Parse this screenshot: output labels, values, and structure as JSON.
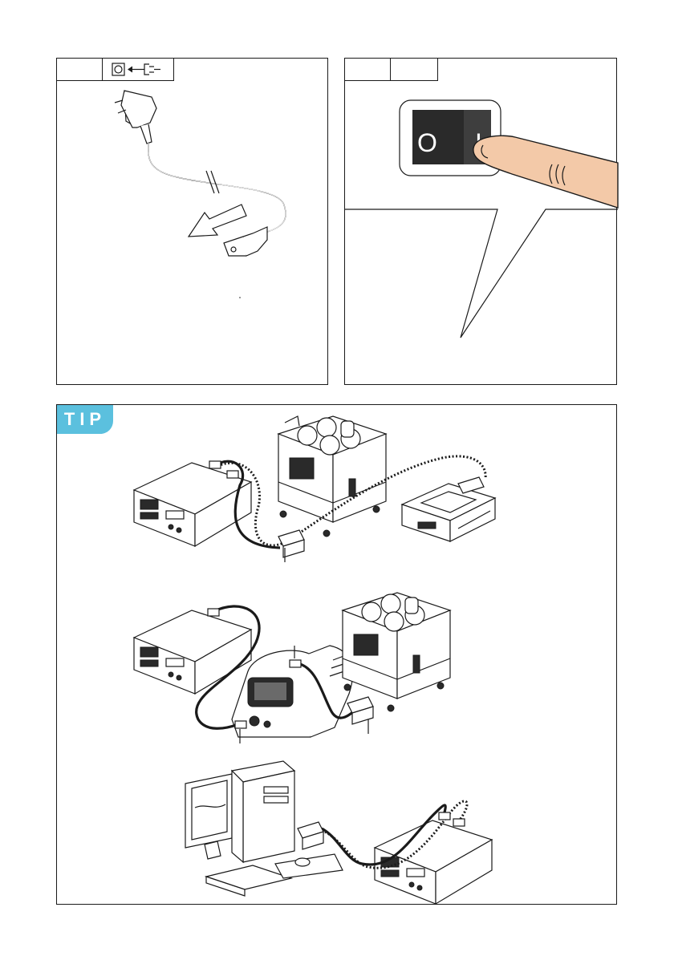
{
  "tip": {
    "label": "TIP"
  },
  "switch": {
    "off_symbol": "O",
    "on_symbol": "I"
  },
  "icons": {
    "disconnect_symbol": "power-socket-unplug-icon",
    "plug": "power-plug-icon",
    "finger": "finger-press-icon"
  },
  "colors": {
    "tip_badge": "#5bc0de",
    "switch_body": "#2a2a2a",
    "finger": "#f3c9a8"
  }
}
